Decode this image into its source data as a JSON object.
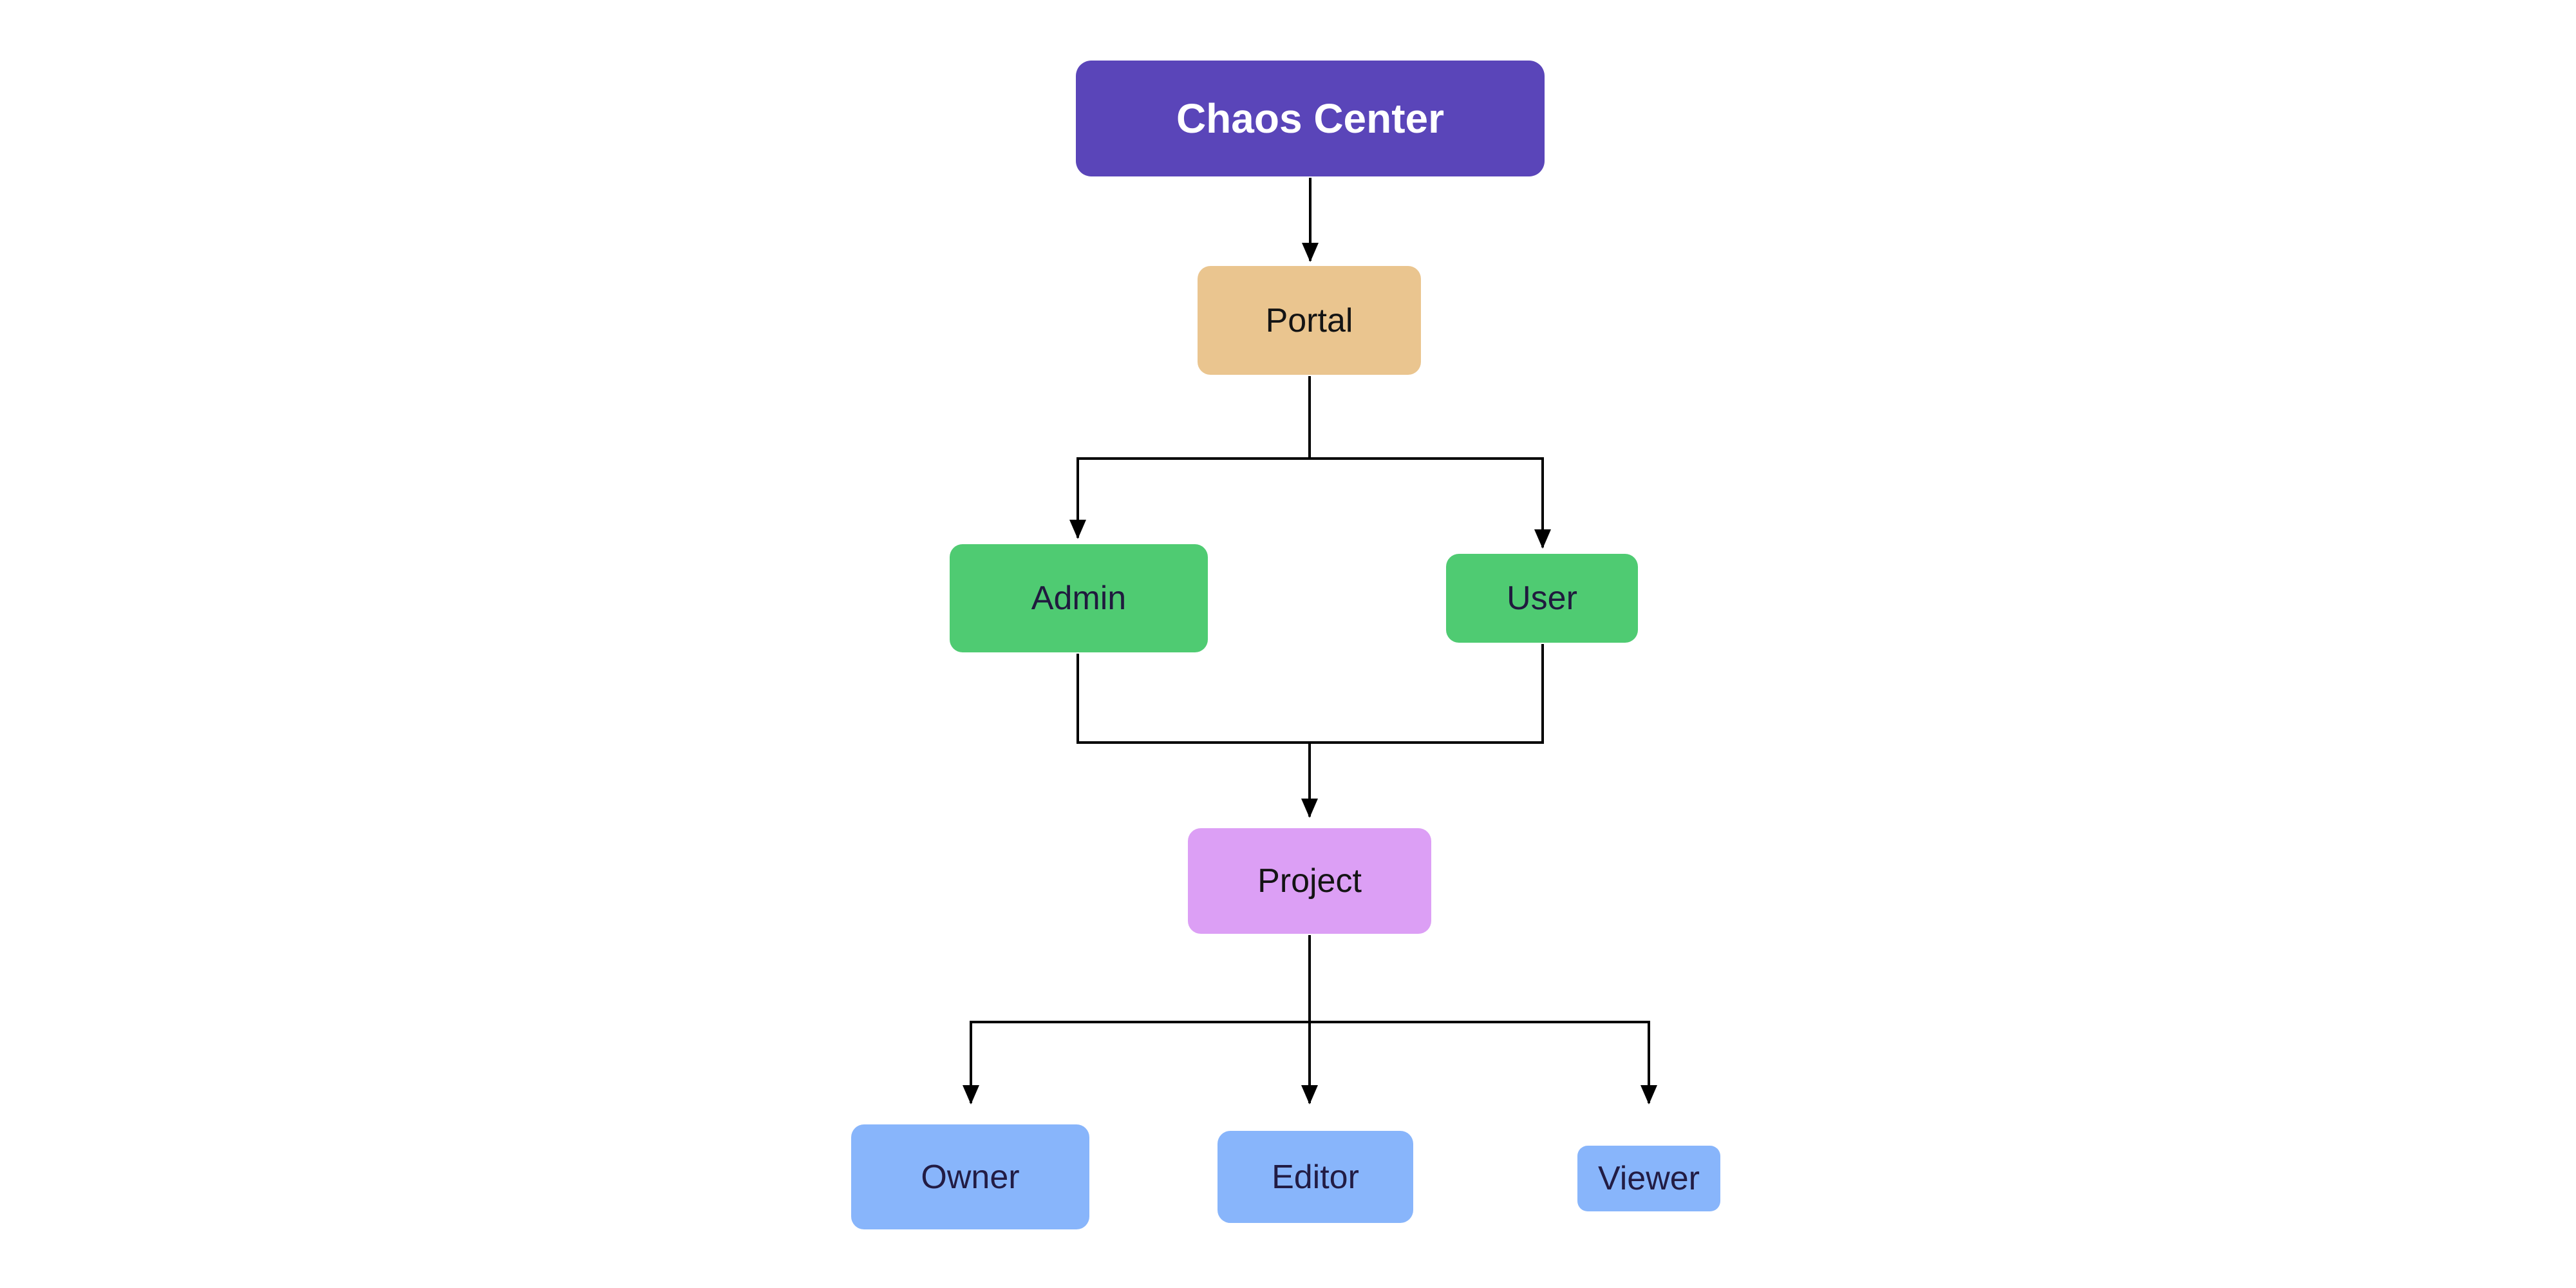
{
  "diagram": {
    "background_color": "#ffffff",
    "connector_color": "#000000",
    "nodes": {
      "chaos_center": {
        "label": "Chaos Center",
        "fill": "#5A45B9",
        "text_color": "#FFFFFF"
      },
      "portal": {
        "label": "Portal",
        "fill": "#EAC58F",
        "text_color": "#141414"
      },
      "admin": {
        "label": "Admin",
        "fill": "#4FCB72",
        "text_color": "#201A3E"
      },
      "user": {
        "label": "User",
        "fill": "#4FCB72",
        "text_color": "#201A3E"
      },
      "project": {
        "label": "Project",
        "fill": "#DC9FF5",
        "text_color": "#141414"
      },
      "owner": {
        "label": "Owner",
        "fill": "#88B5FB",
        "text_color": "#221C44"
      },
      "editor": {
        "label": "Editor",
        "fill": "#88B5FB",
        "text_color": "#221C44"
      },
      "viewer": {
        "label": "Viewer",
        "fill": "#88B5FB",
        "text_color": "#221C44"
      }
    },
    "edges": [
      {
        "from": "Chaos Center",
        "to": "Portal"
      },
      {
        "from": "Portal",
        "to": "Admin"
      },
      {
        "from": "Portal",
        "to": "User"
      },
      {
        "from": "Admin",
        "to": "Project"
      },
      {
        "from": "User",
        "to": "Project"
      },
      {
        "from": "Project",
        "to": "Owner"
      },
      {
        "from": "Project",
        "to": "Editor"
      },
      {
        "from": "Project",
        "to": "Viewer"
      }
    ]
  }
}
